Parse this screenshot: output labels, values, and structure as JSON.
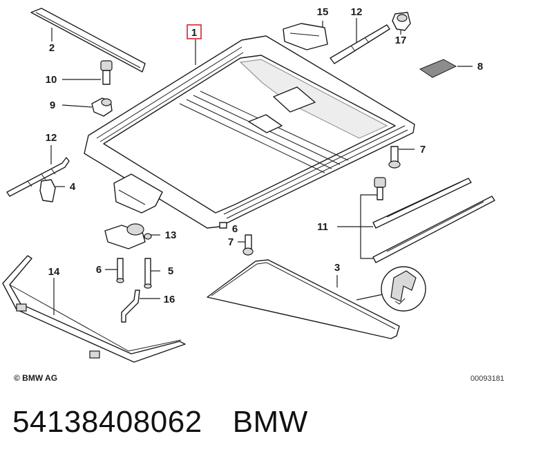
{
  "callouts": {
    "c1": "1",
    "c2": "2",
    "c3": "3",
    "c4": "4",
    "c5": "5",
    "c6a": "6",
    "c6b": "6",
    "c7a": "7",
    "c7b": "7",
    "c8": "8",
    "c9": "9",
    "c10": "10",
    "c11": "11",
    "c12a": "12",
    "c12b": "12",
    "c13": "13",
    "c14": "14",
    "c15": "15",
    "c16": "16",
    "c17": "17"
  },
  "copyright": "© BMW AG",
  "diagram_number": "00093181",
  "footer": {
    "part_number": "54138408062",
    "brand": "BMW"
  },
  "colors": {
    "highlight": "#d2232a",
    "line": "#1a1a1a"
  }
}
